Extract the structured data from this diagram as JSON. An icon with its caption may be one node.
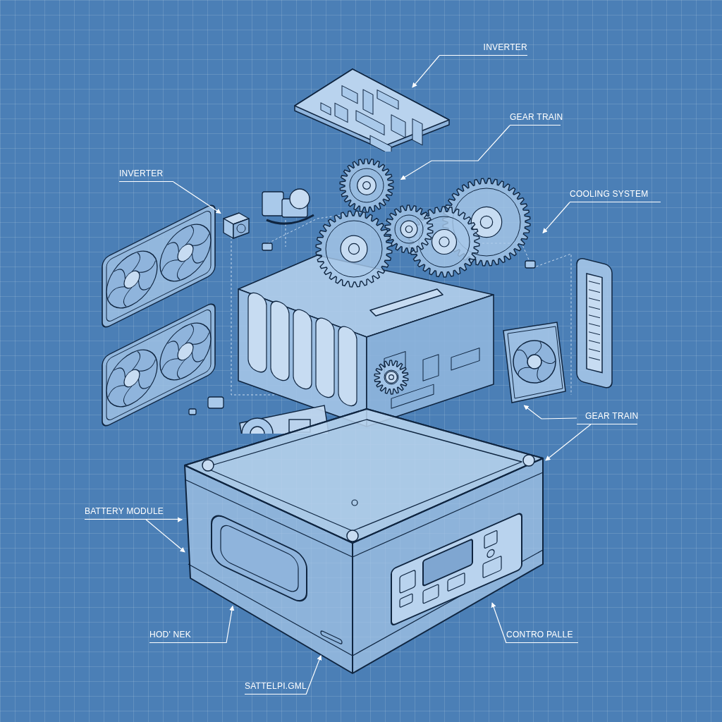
{
  "diagram": {
    "nodes": [
      {
        "text": [
          "INVERTER"
        ]
      },
      {
        "text": [
          "GEAR TRAIN"
        ]
      },
      {
        "text": [
          "INVERTER"
        ]
      },
      {
        "text": [
          "COOLING SYSTEM"
        ]
      },
      {
        "text": [
          "GEAR TRAIN"
        ]
      },
      {
        "text": [
          "BATTERY MODULE"
        ]
      },
      {
        "text": [
          "HOD' NEK"
        ]
      },
      {
        "text": [
          "CONTRO PALLE"
        ]
      },
      {
        "text": [
          "SATTELPI.GML"
        ]
      },
      {
        "text": [],
        "shape": "picture"
      },
      {
        "text": [],
        "shape": "picture"
      },
      {
        "text": [],
        "shape": "picture"
      },
      {
        "text": [],
        "shape": "picture"
      },
      {
        "text": [],
        "shape": "picture"
      }
    ],
    "edges": [
      {
        "from": 0,
        "to": 9,
        "arrow": "to"
      },
      {
        "from": 1,
        "to": 10,
        "arrow": "to"
      },
      {
        "from": 2,
        "to": 11,
        "arrow": "to"
      },
      {
        "from": 3,
        "to": 10,
        "arrow": "to"
      },
      {
        "from": 4,
        "to": 12,
        "arrow": "to"
      },
      {
        "from": 4,
        "to": 13,
        "arrow": "to"
      },
      {
        "from": 5,
        "to": 13,
        "arrow": "to"
      },
      {
        "from": 5,
        "to": 13,
        "arrow": "to"
      },
      {
        "from": 6,
        "to": 13,
        "arrow": "to"
      },
      {
        "from": 7,
        "to": 13,
        "arrow": "to"
      },
      {
        "from": 8,
        "to": 13,
        "arrow": "to"
      }
    ]
  }
}
